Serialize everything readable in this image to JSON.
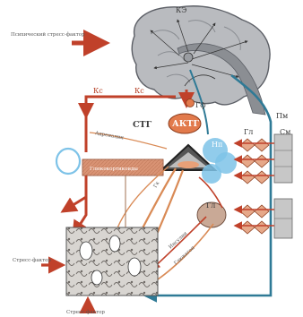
{
  "labels": {
    "psychic_stress_factor": "Психический стресс-фактор",
    "kc_brain": "КЭ",
    "gf": "Гф",
    "kc_left": "Кс",
    "kc_mid": "Кс",
    "stg": "СТГ",
    "actg": "АКТГ",
    "pm": "Пм",
    "gl_upper": "Гл",
    "gl_lower": "Гл",
    "sm": "См",
    "np": "Нп",
    "stress_factor_left": "Стресс-фактор",
    "stress_factor_bottom": "Стресс-фактор",
    "adrenaline": "Адреналин",
    "gc": "Гк",
    "insulin": "Инсулин",
    "glucagon": "Глюкагон",
    "gl_panel_left": "Глюкокортикоиды"
  },
  "colors": {
    "brain": "#b9bbbf",
    "brain_outline": "#5c5f66",
    "red_pathway": "#c0412a",
    "orange_pathway": "#d98a55",
    "blue_pathway": "#2f7a96",
    "light_blue": "#7ec3e8",
    "actg_fill": "#e27a4c",
    "gland_fill": "#d9794e",
    "tissue": "#c9c6c2"
  }
}
